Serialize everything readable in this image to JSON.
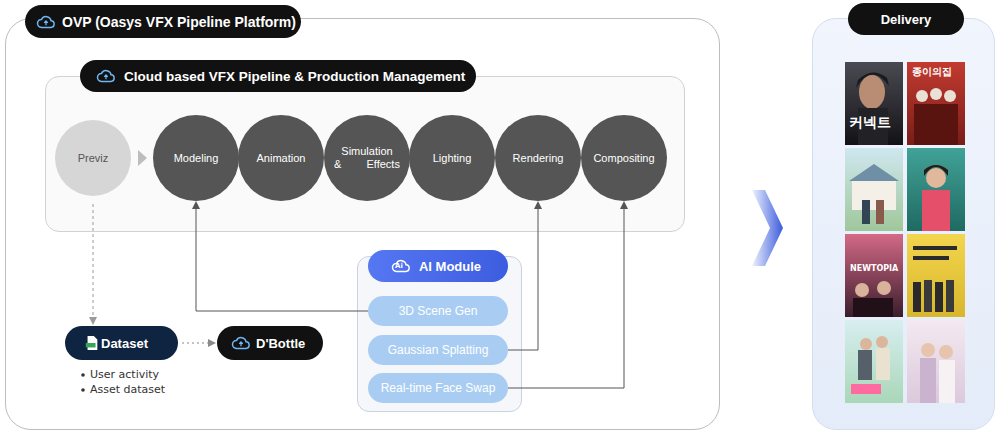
{
  "diagram": {
    "nodes": [
      {
        "text": [
          "OVP (Oasys VFX Pipeline Platform)"
        ]
      },
      {
        "text": [
          "Cloud based VFX Pipeline & Production Management"
        ],
        "in": 0
      },
      {
        "text": [
          "Previz"
        ],
        "in": 1
      },
      {
        "text": [
          "Modeling"
        ],
        "in": 1
      },
      {
        "text": [
          "Animation"
        ],
        "in": 1
      },
      {
        "text": [
          "Simulation & Effects"
        ],
        "in": 1
      },
      {
        "text": [
          "Lighting"
        ],
        "in": 1
      },
      {
        "text": [
          "Rendering"
        ],
        "in": 1
      },
      {
        "text": [
          "Compositing"
        ],
        "in": 1
      },
      {
        "text": [
          "AI Module"
        ],
        "in": 0
      },
      {
        "text": [
          "3D Scene Gen"
        ],
        "in": 9
      },
      {
        "text": [
          "Gaussian Splatting"
        ],
        "in": 9
      },
      {
        "text": [
          "Real-time  Face Swap"
        ],
        "in": 9
      },
      {
        "text": [
          "Dataset"
        ],
        "in": 0
      },
      {
        "text": [
          "D'Bottle"
        ],
        "in": 0
      },
      {
        "text": [
          "Delivery"
        ]
      }
    ],
    "edges": [
      {
        "from": 2,
        "to": 3,
        "arrow": "to"
      },
      {
        "from": 10,
        "to": 3,
        "arrow": "to"
      },
      {
        "from": 11,
        "to": 7,
        "arrow": "to"
      },
      {
        "from": 12,
        "to": 8,
        "arrow": "to"
      },
      {
        "from": 2,
        "to": 13,
        "arrow": "to"
      },
      {
        "from": 13,
        "to": 14,
        "arrow": "to"
      },
      {
        "from": 0,
        "to": 15,
        "arrow": "to"
      }
    ],
    "labels": [
      "User activity",
      "Asset dataset",
      "Ai",
      "커넥트",
      "종이의집",
      "NEWTOPIA"
    ]
  }
}
